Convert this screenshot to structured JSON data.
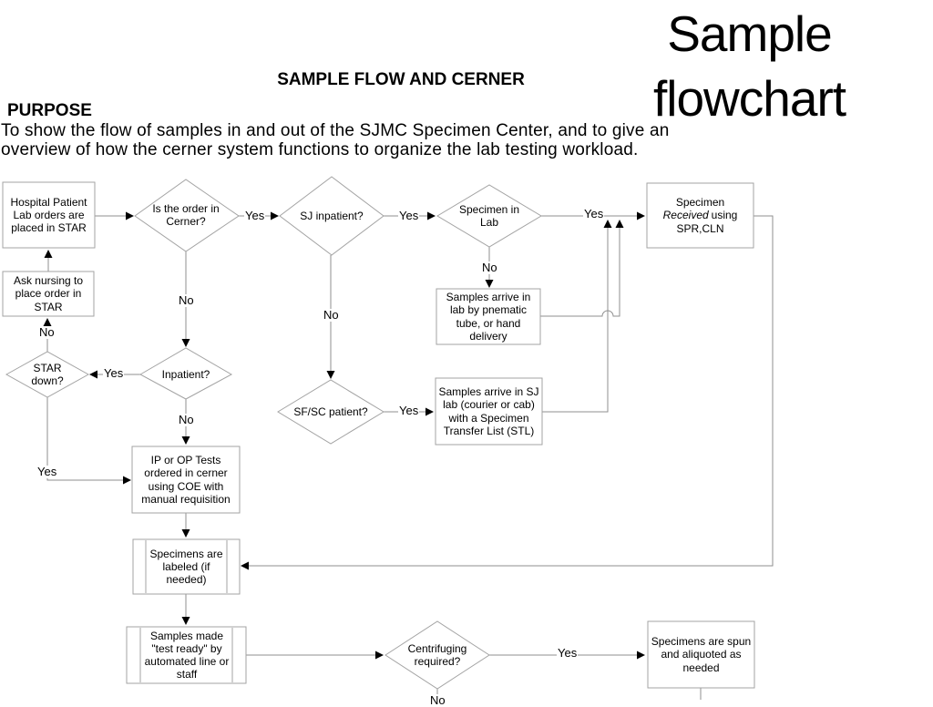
{
  "slide": {
    "corner_title_line1": "Sample",
    "corner_title_line2": "flowchart",
    "heading": "SAMPLE FLOW AND CERNER",
    "purpose_label": "PURPOSE",
    "purpose_line1": "To show the flow of samples in and out of the SJMC Specimen Center, and to give an",
    "purpose_line2": "overview of how the cerner system functions to organize the lab testing workload."
  },
  "nodes": {
    "hospital": {
      "label": "Hospital Patient Lab orders are placed in STAR"
    },
    "ask_nursing": {
      "label": "Ask nursing to place order in STAR"
    },
    "order_in_cerner": {
      "label": "Is the order in Cerner?"
    },
    "sj_inpatient": {
      "label": "SJ inpatient?"
    },
    "specimen_in_lab": {
      "label": "Specimen in Lab"
    },
    "specimen_received": {
      "line1": "Specimen",
      "line2_italic": "Received",
      "line2_rest": "using",
      "line3": "SPR,CLN"
    },
    "pneumatic": {
      "label": "Samples arrive in lab by pnematic tube, or hand delivery"
    },
    "star_down": {
      "label": "STAR down?"
    },
    "inpatient": {
      "label": "Inpatient?"
    },
    "sfsc_patient": {
      "label": "SF/SC patient?"
    },
    "stl": {
      "label": "Samples arrive in SJ lab (courier or cab) with a Specimen Transfer List (STL)"
    },
    "ip_op_tests": {
      "label": "IP or OP Tests ordered in cerner using COE with manual requisition"
    },
    "labeled": {
      "label": "Specimens are labeled (if needed)"
    },
    "test_ready": {
      "label": "Samples made \"test ready\" by automated line or staff"
    },
    "centrifuging": {
      "label": "Centrifuging required?"
    },
    "spun": {
      "label": "Specimens are spun and aliquoted as needed"
    }
  },
  "edge_labels": {
    "yes": "Yes",
    "no": "No"
  },
  "colors": {
    "line": "#8f8f8f",
    "box_border": "#a3a3a3",
    "text": "#000000",
    "arrow": "#000000",
    "background": "#ffffff"
  }
}
